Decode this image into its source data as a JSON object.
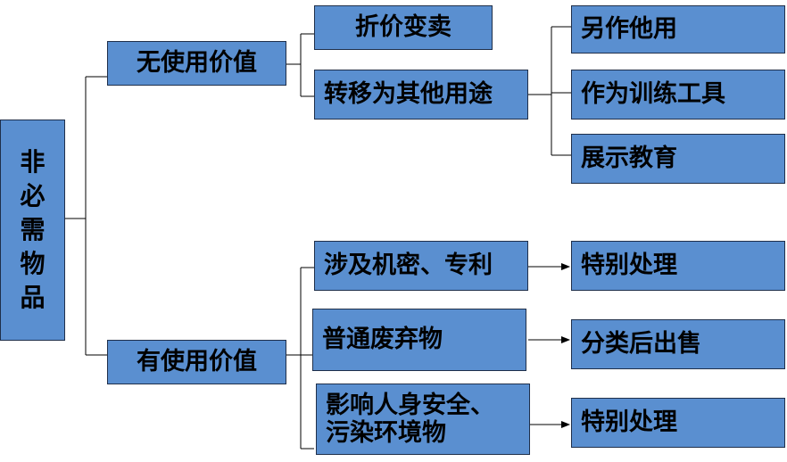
{
  "root": {
    "label": "非必需物品",
    "chars": [
      "非",
      "必",
      "需",
      "物",
      "品"
    ]
  },
  "no_value": {
    "label": "无使用价值",
    "children": [
      {
        "label": "折价变卖"
      },
      {
        "label": "转移为其他用途",
        "children": [
          {
            "label": "另作他用"
          },
          {
            "label": "作为训练工具"
          },
          {
            "label": "展示教育"
          }
        ]
      }
    ]
  },
  "has_value": {
    "label": "有使用价值",
    "children": [
      {
        "label": "涉及机密、专利",
        "result": "特别处理"
      },
      {
        "label": "普通废弃物",
        "result": "分类后出售"
      },
      {
        "label": "影响人身安全、污染环境物",
        "lines": [
          "影响人身安全、",
          "污染环境物"
        ],
        "result": "特别处理"
      }
    ]
  },
  "colors": {
    "box_fill": "#5a8fd0",
    "box_border": "#1f2f4a",
    "line": "#000000"
  }
}
